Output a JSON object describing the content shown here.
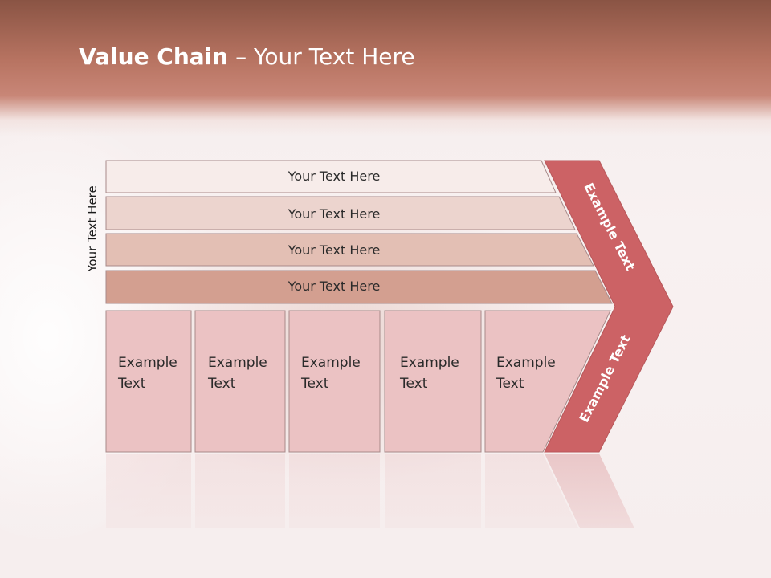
{
  "slide": {
    "title_bold": "Value Chain",
    "title_rest": " – Your Text Here",
    "side_label": "Your Text Here"
  },
  "bars": [
    {
      "label": "Your Text Here",
      "color": "#f7ecea"
    },
    {
      "label": "Your Text Here",
      "color": "#ecd4ce"
    },
    {
      "label": "Your Text Here",
      "color": "#e3bfb4"
    },
    {
      "label": "Your Text Here",
      "color": "#d39f90"
    }
  ],
  "boxes": [
    {
      "line1": "Example",
      "line2": "Text"
    },
    {
      "line1": "Example",
      "line2": "Text"
    },
    {
      "line1": "Example",
      "line2": "Text"
    },
    {
      "line1": "Example",
      "line2": "Text"
    },
    {
      "line1": "Example",
      "line2": "Text"
    }
  ],
  "chevron": {
    "upper_text": "Example Text",
    "lower_text": "Example Text",
    "color": "#cc6265"
  },
  "colors": {
    "box_fill": "#ebc2c3",
    "box_stroke": "#a88a8a"
  }
}
